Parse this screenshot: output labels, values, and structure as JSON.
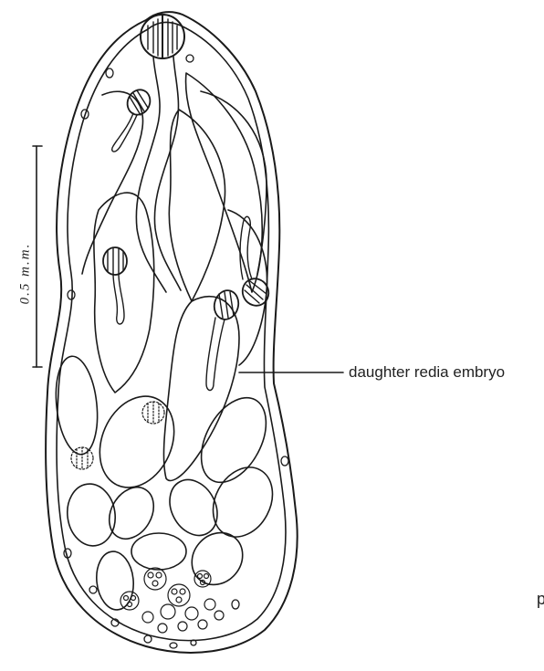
{
  "figure": {
    "label_embryo": "daughter redia embryo",
    "label_cut": "p",
    "scale_label": "0.5 m.m.",
    "ink_color": "#1a1a1a",
    "background": "#ffffff"
  }
}
